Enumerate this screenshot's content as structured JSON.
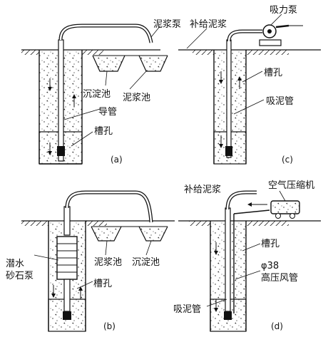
{
  "panels": {
    "a": {
      "caption": "(a)",
      "labels": {
        "mud_pump": "泥浆泵",
        "supply_mud": "补给泥浆",
        "settling_tank": "沉淀池",
        "mud_tank": "泥浆池",
        "guide_pipe": "导管",
        "trench": "槽孔"
      }
    },
    "b": {
      "caption": "(b)",
      "labels": {
        "submersible_pump_line1": "潜水",
        "submersible_pump_line2": "砂石泵",
        "mud_tank": "泥浆池",
        "settling_tank": "沉淀池",
        "trench": "槽孔"
      }
    },
    "c": {
      "caption": "(c)",
      "labels": {
        "suction_pump": "吸力泵",
        "trench": "槽孔",
        "suction_pipe": "吸泥管"
      }
    },
    "d": {
      "caption": "(d)",
      "labels": {
        "supply_mud": "补给泥浆",
        "air_compressor": "空气压缩机",
        "trench": "槽孔",
        "pipe_diameter": "φ38",
        "high_pressure_air_pipe": "高压风管",
        "suction_pipe": "吸泥管"
      }
    }
  }
}
